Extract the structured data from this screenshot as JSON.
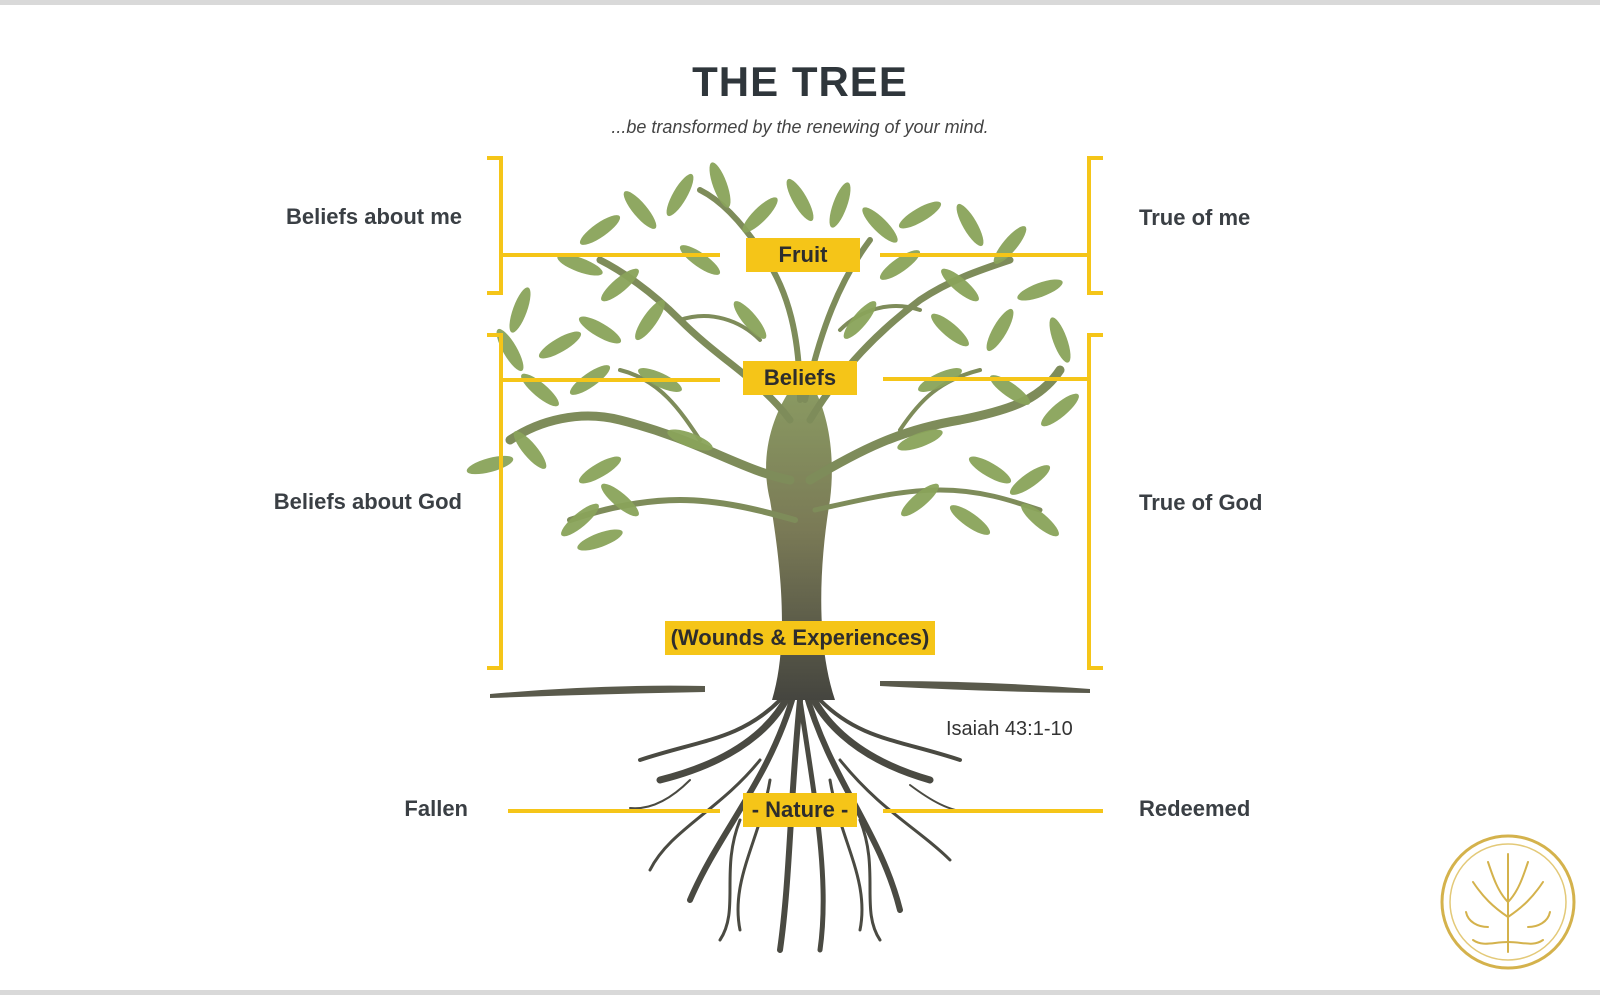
{
  "header": {
    "title": "THE TREE",
    "subtitle": "...be transformed by the renewing of your mind."
  },
  "tags": {
    "fruit": "Fruit",
    "beliefs": "Beliefs",
    "wounds": "(Wounds & Experiences)",
    "nature": "- Nature -"
  },
  "left_labels": {
    "beliefs_me": "Beliefs about me",
    "beliefs_god": "Beliefs about God",
    "fallen": "Fallen"
  },
  "right_labels": {
    "true_me": "True of me",
    "true_god": "True of God",
    "redeemed": "Redeemed"
  },
  "verse": "Isaiah 43:1-10",
  "colors": {
    "accent": "#f5c518",
    "leaf": "#8aa45a",
    "trunk": "#6b6a4c",
    "root": "#4a4a42",
    "logo_gold": "#d4b24c"
  }
}
